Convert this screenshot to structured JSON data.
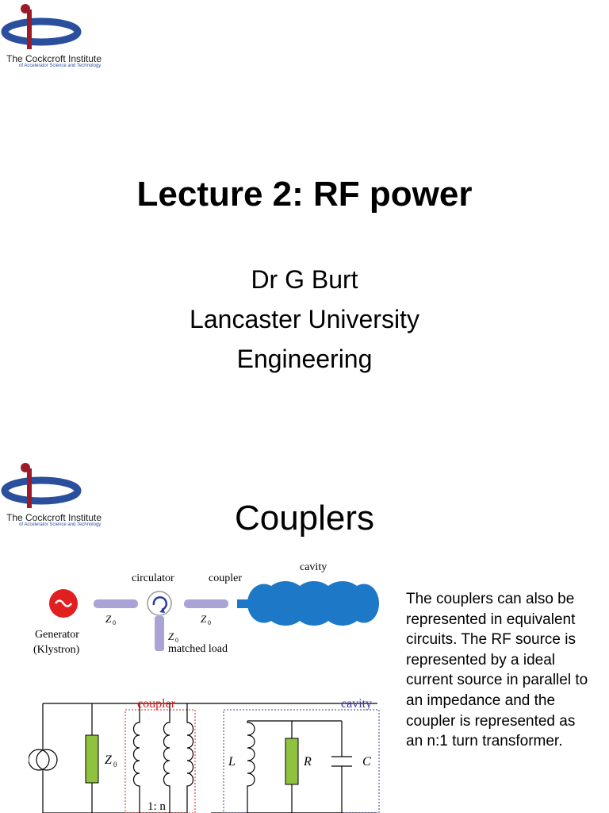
{
  "logo": {
    "institute_name": "The Cockcroft Institute",
    "institute_subtitle": "of Accelerator Science and Technology"
  },
  "slide1": {
    "title": "Lecture 2: RF power",
    "author": "Dr G Burt",
    "university": "Lancaster University",
    "department": "Engineering"
  },
  "slide2": {
    "title": "Couplers",
    "body_text": "The couplers can also be represented in equivalent circuits. The RF source is represented by a ideal current source in parallel to an impedance and the coupler is represented as an n:1 turn transformer.",
    "diagram_top": {
      "circulator": "circulator",
      "coupler": "coupler",
      "cavity": "cavity",
      "generator": "Generator",
      "klystron": "(Klystron)",
      "z0": "Z",
      "z0_sub": "0",
      "matched_load": "matched load"
    },
    "diagram_bottom": {
      "coupler": "coupler",
      "cavity": "cavity",
      "z0": "Z",
      "z0_sub": "0",
      "L": "L",
      "R": "R",
      "C": "C",
      "ratio": "1: n"
    }
  },
  "colors": {
    "logo_blue": "#2a4f9c",
    "logo_red": "#9c1b2a",
    "generator_red": "#e02020",
    "cavity_blue": "#1e78c8",
    "waveguide_purple": "#a9a3d6",
    "coupler_red": "#d42020",
    "cavity_box_blue": "#3a3aa0",
    "resistor_green": "#8fc23e"
  }
}
